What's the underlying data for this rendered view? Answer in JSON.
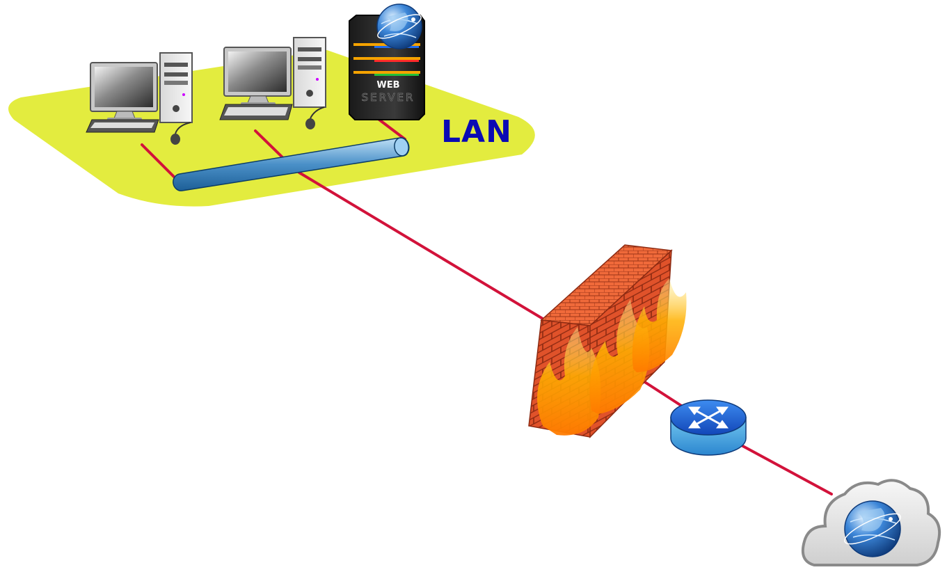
{
  "diagram": {
    "lan_label": "LAN",
    "server": {
      "line1": "WEB",
      "line2": "SERVER"
    },
    "nodes": [
      {
        "name": "workstation-1",
        "icon": "desktop-computer-icon"
      },
      {
        "name": "workstation-2",
        "icon": "desktop-computer-icon"
      },
      {
        "name": "web-server",
        "icon": "web-server-icon"
      },
      {
        "name": "lan-bus",
        "icon": "network-bus-icon"
      },
      {
        "name": "firewall",
        "icon": "firewall-icon"
      },
      {
        "name": "router",
        "icon": "router-icon"
      },
      {
        "name": "internet-cloud",
        "icon": "cloud-globe-icon"
      }
    ]
  },
  "colors": {
    "lan_zone": "#e3ec3f",
    "lan_text": "#0a0ab4",
    "link": "#d2123a",
    "bus": "#4a90c8",
    "brick": "#e0522a",
    "router": "#1a66d6",
    "cloud": "#e2e2e2",
    "globe": "#2a6fd0"
  }
}
